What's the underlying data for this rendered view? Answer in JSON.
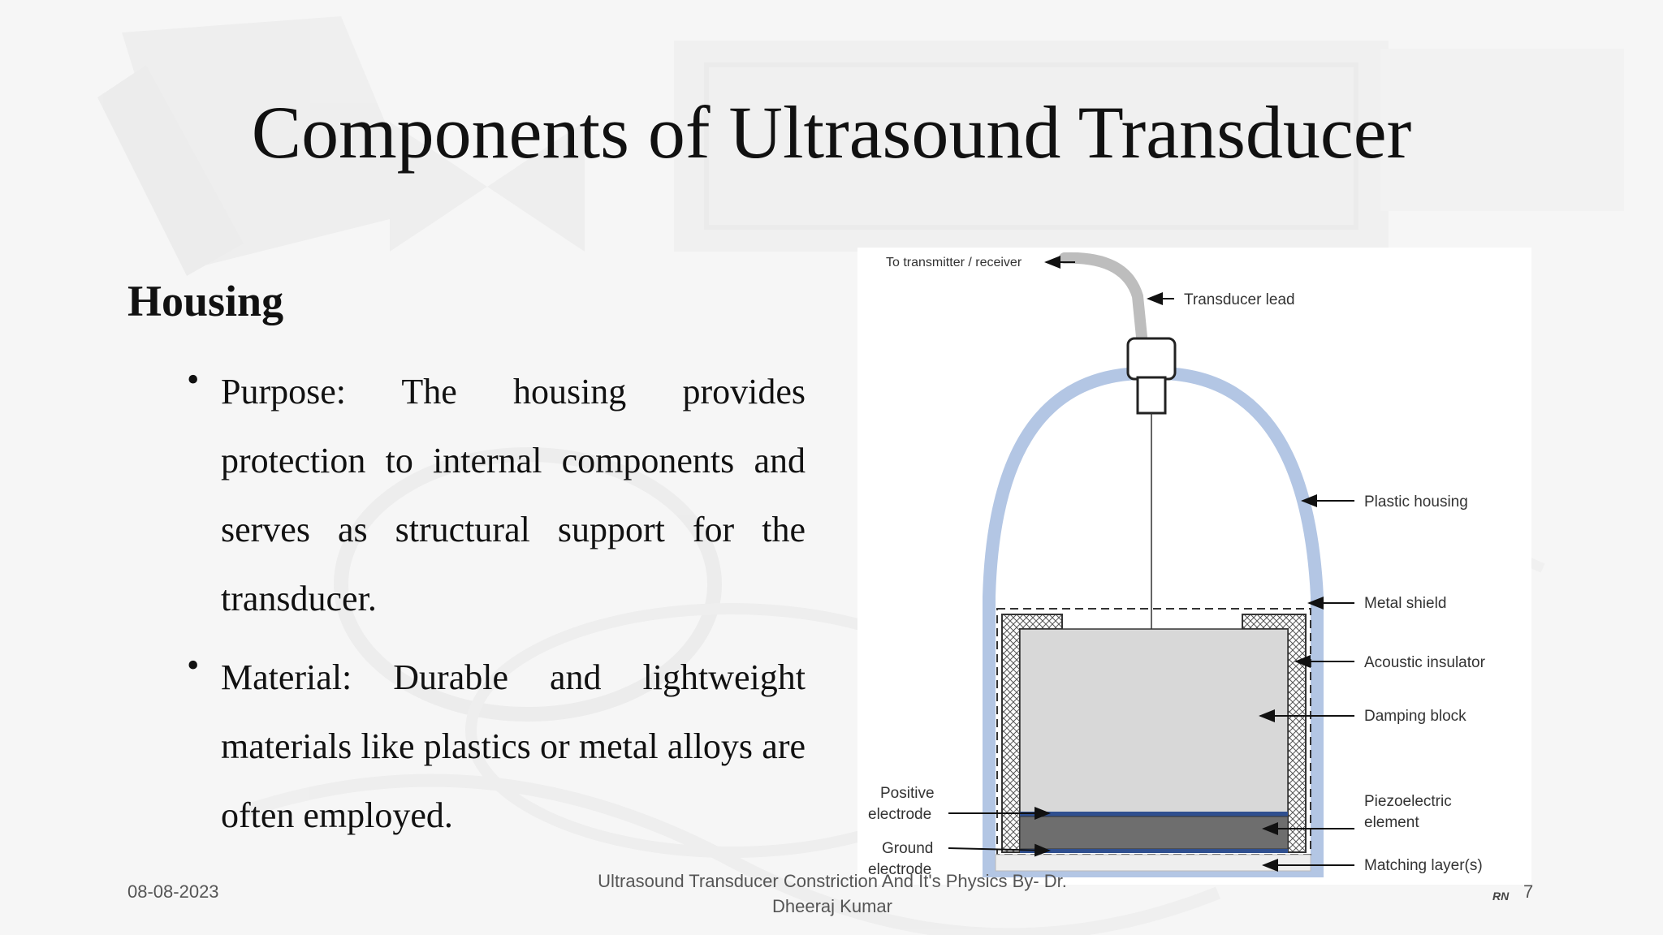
{
  "slide": {
    "title": "Components of Ultrasound Transducer",
    "section_heading": "Housing",
    "bullets": [
      {
        "text": "Purpose: The housing provides protection to internal components and serves as structural support for the transducer."
      },
      {
        "text": "Material: Durable and lightweight materials like plastics or metal alloys are often employed."
      }
    ],
    "bullet_symbol": "•"
  },
  "diagram": {
    "labels": {
      "to_transmitter": "To transmitter / receiver",
      "transducer_lead": "Transducer lead",
      "plastic_housing": "Plastic housing",
      "metal_shield": "Metal shield",
      "acoustic_insulator": "Acoustic insulator",
      "damping_block": "Damping block",
      "positive_electrode_1": "Positive",
      "positive_electrode_2": "electrode",
      "ground_electrode_1": "Ground",
      "ground_electrode_2": "electrode",
      "piezo_1": "Piezoelectric",
      "piezo_2": "element",
      "matching_layer": "Matching layer(s)"
    },
    "colors": {
      "housing": "#b3c6e4",
      "damping": "#d8d8d8",
      "piezo": "#6e6e6e",
      "electrode": "#2f4f8f"
    }
  },
  "footer": {
    "date": "08-08-2023",
    "text_line1": "Ultrasound Transducer Constriction And It's Physics By- Dr.",
    "text_line2": "Dheeraj Kumar",
    "page_number": "7",
    "initials": "RN"
  }
}
